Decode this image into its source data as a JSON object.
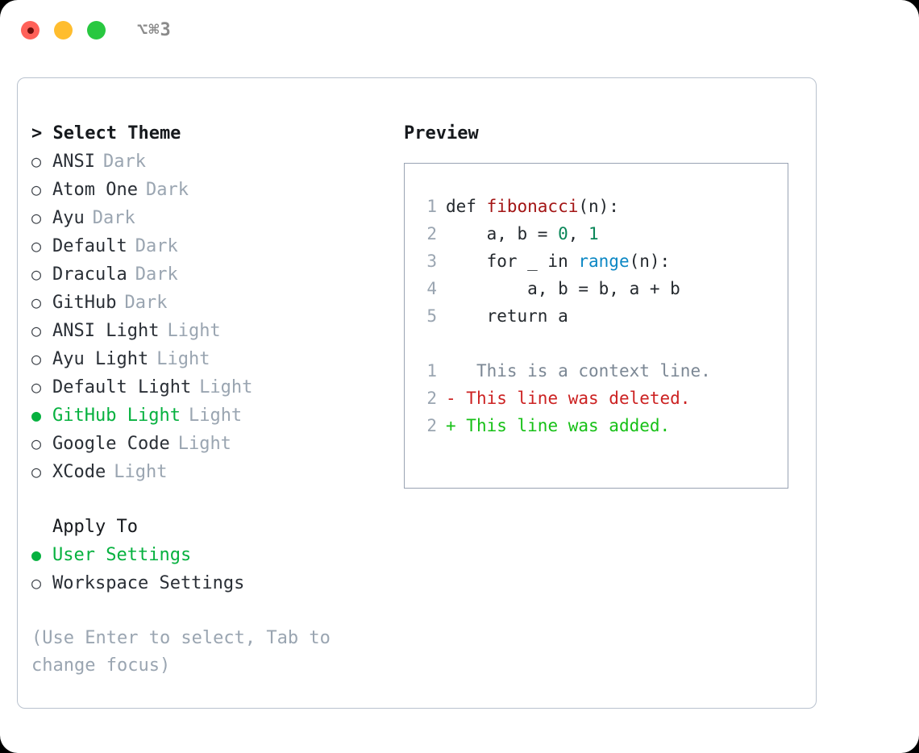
{
  "titlebar": {
    "shortcut": "⌥⌘3",
    "lights": [
      {
        "name": "close",
        "color": "#ff6159"
      },
      {
        "name": "minimize",
        "color": "#ffbd2e"
      },
      {
        "name": "zoom",
        "color": "#28c840"
      }
    ]
  },
  "theme_picker": {
    "heading": "> Select Theme",
    "selected_bullet": "●",
    "unselected_bullet": "○",
    "items": [
      {
        "label": "ANSI",
        "tag": "Dark",
        "selected": false
      },
      {
        "label": "Atom One",
        "tag": "Dark",
        "selected": false
      },
      {
        "label": "Ayu",
        "tag": "Dark",
        "selected": false
      },
      {
        "label": "Default",
        "tag": "Dark",
        "selected": false
      },
      {
        "label": "Dracula",
        "tag": "Dark",
        "selected": false
      },
      {
        "label": "GitHub",
        "tag": "Dark",
        "selected": false
      },
      {
        "label": "ANSI Light",
        "tag": "Light",
        "selected": false
      },
      {
        "label": "Ayu Light",
        "tag": "Light",
        "selected": false
      },
      {
        "label": "Default Light",
        "tag": "Light",
        "selected": false
      },
      {
        "label": "GitHub Light",
        "tag": "Light",
        "selected": true
      },
      {
        "label": "Google Code",
        "tag": "Light",
        "selected": false
      },
      {
        "label": "XCode",
        "tag": "Light",
        "selected": false
      }
    ]
  },
  "apply_to": {
    "heading": "Apply To",
    "options": [
      {
        "label": "User Settings",
        "selected": true
      },
      {
        "label": "Workspace Settings",
        "selected": false
      }
    ]
  },
  "hint": "(Use Enter to select, Tab to change focus)",
  "preview": {
    "title": "Preview",
    "code_lines": [
      {
        "lineno": "1",
        "tokens": [
          {
            "text": "def ",
            "kind": "def"
          },
          {
            "text": "fibonacci",
            "kind": "fn"
          },
          {
            "text": "(n):",
            "kind": "punct"
          }
        ]
      },
      {
        "lineno": "2",
        "tokens": [
          {
            "text": "    a, b = ",
            "kind": "punct"
          },
          {
            "text": "0",
            "kind": "num"
          },
          {
            "text": ", ",
            "kind": "punct"
          },
          {
            "text": "1",
            "kind": "num"
          }
        ]
      },
      {
        "lineno": "3",
        "tokens": [
          {
            "text": "    for _ in ",
            "kind": "kw"
          },
          {
            "text": "range",
            "kind": "builtin"
          },
          {
            "text": "(n):",
            "kind": "punct"
          }
        ]
      },
      {
        "lineno": "4",
        "tokens": [
          {
            "text": "        a, b = b, a + b",
            "kind": "punct"
          }
        ]
      },
      {
        "lineno": "5",
        "tokens": [
          {
            "text": "    return a",
            "kind": "kw"
          }
        ]
      }
    ],
    "diff_lines": [
      {
        "lineno": "1",
        "marker": " ",
        "text": "  This is a context line.",
        "kind": "context"
      },
      {
        "lineno": "2",
        "marker": "-",
        "text": " This line was deleted.",
        "kind": "del"
      },
      {
        "lineno": "2",
        "marker": "+",
        "text": " This line was added.",
        "kind": "add"
      }
    ]
  },
  "colors": {
    "accent_green": "#06b13f",
    "muted": "#9aa5b1",
    "diff_add": "#16c016",
    "diff_del": "#cc2222",
    "panel_border": "#b9c2ce",
    "preview_border": "#99a3b3"
  }
}
